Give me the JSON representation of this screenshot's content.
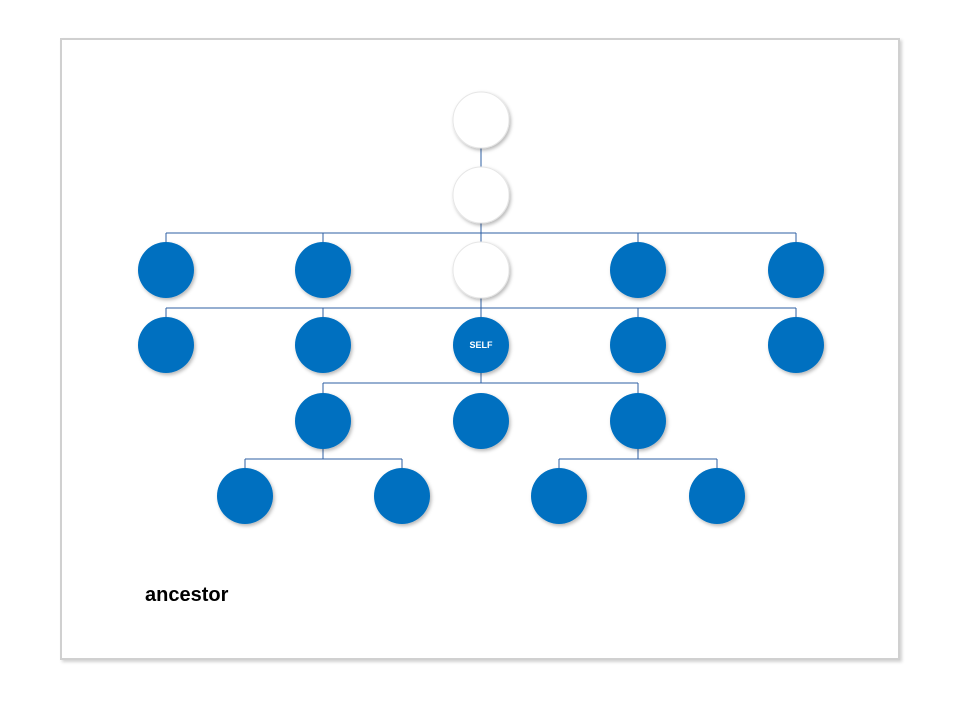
{
  "diagram": {
    "caption": "ancestor",
    "colors": {
      "filled": "#0070c0",
      "outline_node": "#ffffff",
      "connector": "#2e5fa3",
      "label": "#ffffff"
    },
    "nodes": [
      {
        "id": "gen-1",
        "label": "",
        "style": "outline"
      },
      {
        "id": "gen-2",
        "label": "",
        "style": "outline"
      },
      {
        "id": "gen-3-far-left",
        "label": "",
        "style": "filled"
      },
      {
        "id": "gen-3-left",
        "label": "",
        "style": "filled"
      },
      {
        "id": "gen-3-center",
        "label": "",
        "style": "outline"
      },
      {
        "id": "gen-3-right",
        "label": "",
        "style": "filled"
      },
      {
        "id": "gen-3-far-right",
        "label": "",
        "style": "filled"
      },
      {
        "id": "gen-4-far-left",
        "label": "",
        "style": "filled"
      },
      {
        "id": "gen-4-left",
        "label": "",
        "style": "filled"
      },
      {
        "id": "self",
        "label": "SELF",
        "style": "filled"
      },
      {
        "id": "gen-4-right",
        "label": "",
        "style": "filled"
      },
      {
        "id": "gen-4-far-right",
        "label": "",
        "style": "filled"
      },
      {
        "id": "gen-5-left",
        "label": "",
        "style": "filled"
      },
      {
        "id": "gen-5-center",
        "label": "",
        "style": "filled"
      },
      {
        "id": "gen-5-right",
        "label": "",
        "style": "filled"
      },
      {
        "id": "gen-6-a",
        "label": "",
        "style": "filled"
      },
      {
        "id": "gen-6-b",
        "label": "",
        "style": "filled"
      },
      {
        "id": "gen-6-c",
        "label": "",
        "style": "filled"
      },
      {
        "id": "gen-6-d",
        "label": "",
        "style": "filled"
      }
    ]
  }
}
